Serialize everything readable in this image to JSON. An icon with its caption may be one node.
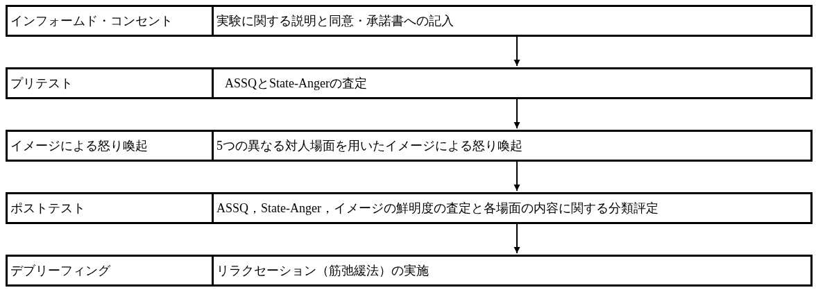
{
  "diagram": {
    "nodes": [
      {
        "text": [
          "インフォームド・コンセント"
        ]
      },
      {
        "text": [
          "実験に関する説明と同意・承諾書への記入"
        ]
      },
      {
        "text": [
          "プリテスト"
        ]
      },
      {
        "text": [
          "ASSQとState-Angerの査定"
        ]
      },
      {
        "text": [
          "イメージによる怒り喚起"
        ]
      },
      {
        "text": [
          "5つの異なる対人場面を用いたイメージによる怒り喚起"
        ]
      },
      {
        "text": [
          "ポストテスト"
        ]
      },
      {
        "text": [
          "ASSQ，State-Anger，イメージの鮮明度の査定と各場面の内容に関する分類評定"
        ]
      },
      {
        "text": [
          "デブリーフィング"
        ]
      },
      {
        "text": [
          "リラクセーション（筋弛緩法）の実施"
        ]
      }
    ],
    "edges": [
      {
        "from": 1,
        "to": 3,
        "arrow": "to"
      },
      {
        "from": 3,
        "to": 5,
        "arrow": "to"
      },
      {
        "from": 5,
        "to": 7,
        "arrow": "to"
      },
      {
        "from": 7,
        "to": 9,
        "arrow": "to"
      }
    ]
  }
}
